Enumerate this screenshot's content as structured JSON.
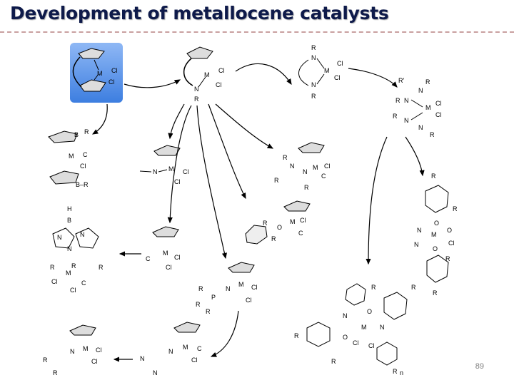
{
  "slide": {
    "title": "Development of metallocene catalysts",
    "page_number": "89"
  },
  "colors": {
    "title": "#0e1a4a",
    "rule": "#c9a0a0",
    "highlight": "#4a86e8"
  },
  "labels": {
    "M": "M",
    "Cl": "Cl",
    "N": "N",
    "R": "R",
    "O": "O",
    "B": "B",
    "P": "P",
    "H": "H",
    "Rp": "R'",
    "Rn": "R",
    "n": "n",
    "Ctrunc": "C",
    "Rminus": "B–R"
  }
}
